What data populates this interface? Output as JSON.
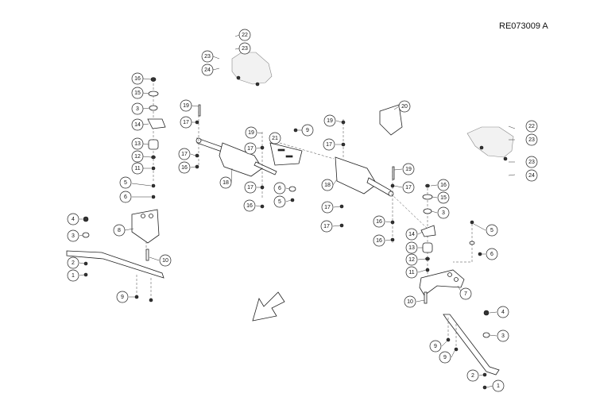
{
  "reference": "RE073009 A",
  "callouts": [
    {
      "id": "22"
    },
    {
      "id": "23"
    },
    {
      "id": "23"
    },
    {
      "id": "24"
    },
    {
      "id": "16"
    },
    {
      "id": "15"
    },
    {
      "id": "3"
    },
    {
      "id": "14"
    },
    {
      "id": "13"
    },
    {
      "id": "12"
    },
    {
      "id": "11"
    },
    {
      "id": "5"
    },
    {
      "id": "6"
    },
    {
      "id": "8"
    },
    {
      "id": "4"
    },
    {
      "id": "3"
    },
    {
      "id": "2"
    },
    {
      "id": "1"
    },
    {
      "id": "10"
    },
    {
      "id": "9"
    },
    {
      "id": "19"
    },
    {
      "id": "17"
    },
    {
      "id": "17"
    },
    {
      "id": "16"
    },
    {
      "id": "18"
    },
    {
      "id": "19"
    },
    {
      "id": "17"
    },
    {
      "id": "21"
    },
    {
      "id": "9"
    },
    {
      "id": "17"
    },
    {
      "id": "6"
    },
    {
      "id": "5"
    },
    {
      "id": "16"
    },
    {
      "id": "20"
    },
    {
      "id": "19"
    },
    {
      "id": "17"
    },
    {
      "id": "18"
    },
    {
      "id": "19"
    },
    {
      "id": "17"
    },
    {
      "id": "17"
    },
    {
      "id": "16"
    },
    {
      "id": "17"
    },
    {
      "id": "16"
    },
    {
      "id": "22"
    },
    {
      "id": "23"
    },
    {
      "id": "23"
    },
    {
      "id": "24"
    },
    {
      "id": "16"
    },
    {
      "id": "15"
    },
    {
      "id": "3"
    },
    {
      "id": "14"
    },
    {
      "id": "13"
    },
    {
      "id": "12"
    },
    {
      "id": "11"
    },
    {
      "id": "5"
    },
    {
      "id": "6"
    },
    {
      "id": "7"
    },
    {
      "id": "10"
    },
    {
      "id": "4"
    },
    {
      "id": "3"
    },
    {
      "id": "9"
    },
    {
      "id": "9"
    },
    {
      "id": "2"
    },
    {
      "id": "1"
    }
  ]
}
